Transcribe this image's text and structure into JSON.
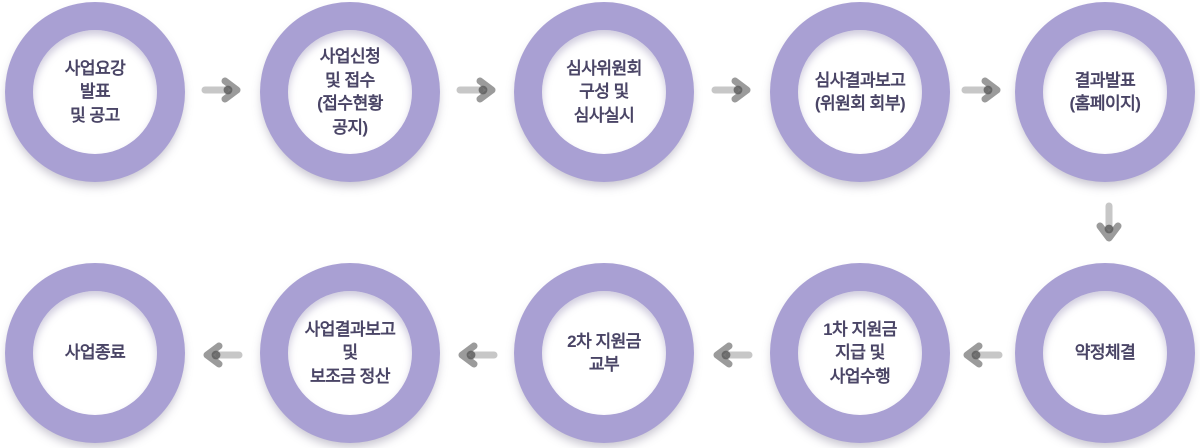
{
  "theme": {
    "bg": "#ffffff",
    "ring": "#a9a0d3",
    "text": "#4a4566",
    "arrow-shaft": "#c7c7c7",
    "arrow-head": "#9b9b9b",
    "arrow-dot": "#5f5f5f"
  },
  "flow": {
    "steps": [
      {
        "label": "사업요강\n발표\n및 공고"
      },
      {
        "label": "사업신청\n및 접수\n(접수현황\n공지)"
      },
      {
        "label": "심사위원회\n구성 및\n심사실시"
      },
      {
        "label": "심사결과보고\n(위원회 회부)"
      },
      {
        "label": "결과발표\n(홈페이지)"
      },
      {
        "label": "약정체결"
      },
      {
        "label": "1차 지원금\n지급 및\n사업수행"
      },
      {
        "label": "2차 지원금\n교부"
      },
      {
        "label": "사업결과보고\n및\n보조금 정산"
      },
      {
        "label": "사업종료"
      }
    ]
  }
}
